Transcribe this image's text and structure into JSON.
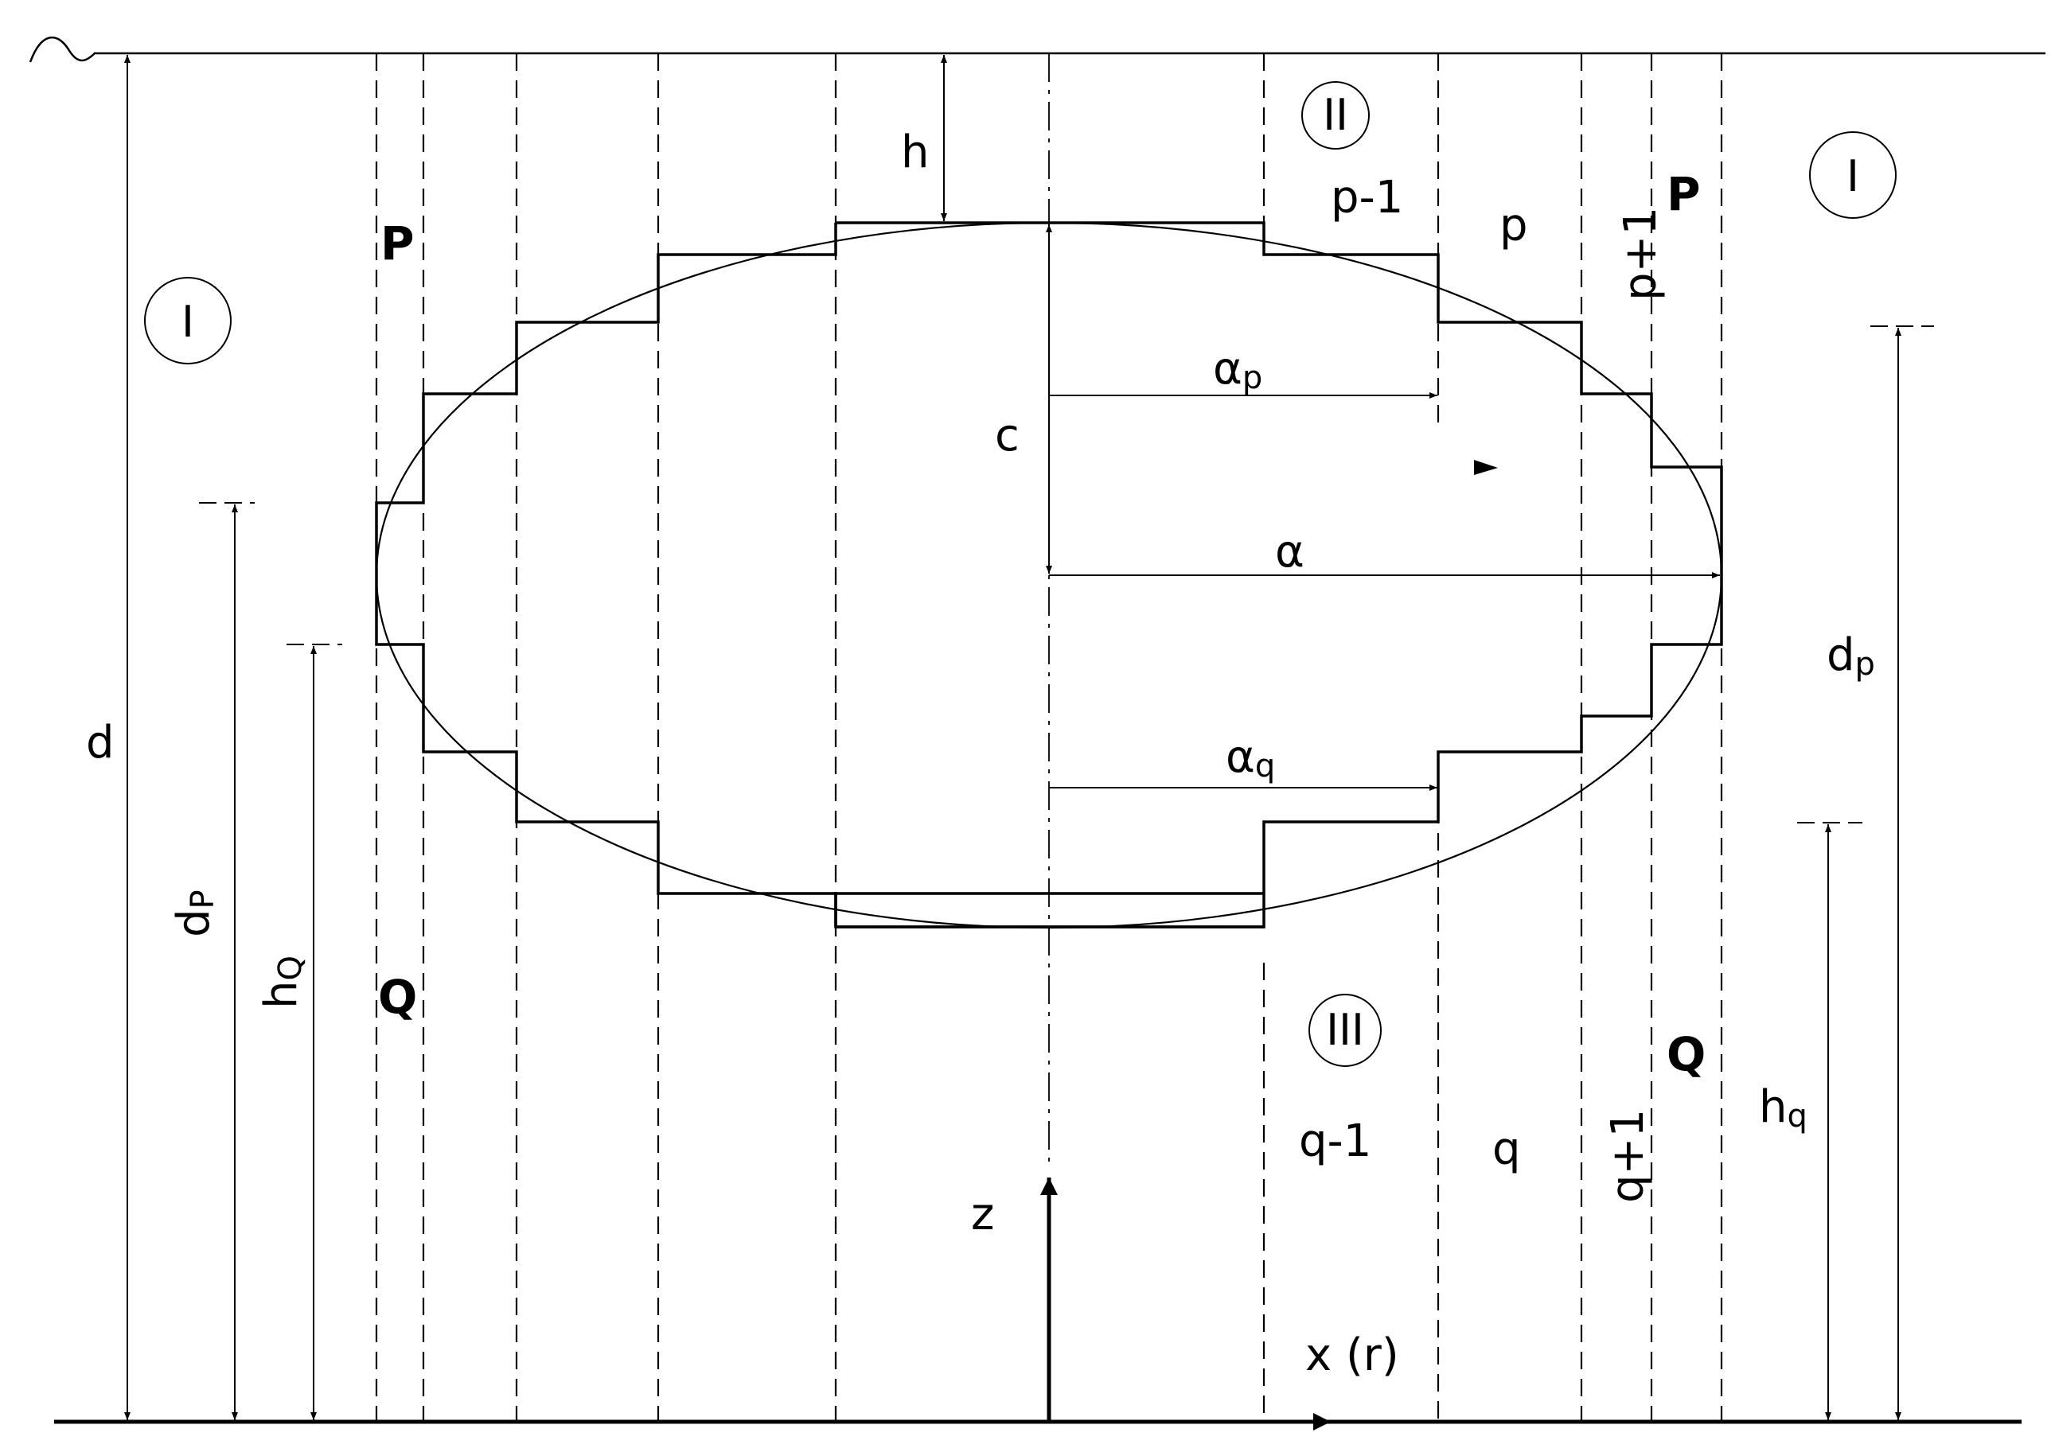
{
  "diagram": {
    "regions": {
      "region_I_left": "I",
      "region_I_right": "I",
      "region_II": "II",
      "region_III": "III"
    },
    "columns_top": {
      "p_minus_1": "p-1",
      "p": "p",
      "p_plus_1": "p+1",
      "P_right": "P",
      "P_left": "P"
    },
    "columns_bottom": {
      "q_minus_1": "q-1",
      "q": "q",
      "q_plus_1": "q+1",
      "Q_right": "Q",
      "Q_left": "Q"
    },
    "dimensions": {
      "h": "h",
      "c": "c",
      "d": "d",
      "alpha": "α",
      "alpha_p_sub": "p",
      "alpha_q_sub": "q",
      "dP_left": "d",
      "dP_left_sub": "P",
      "hQ_left": "h",
      "hQ_left_sub": "Q",
      "dp_right": "d",
      "dp_right_sub": "p",
      "hq_right": "h",
      "hq_right_sub": "q"
    },
    "axes": {
      "z": "z",
      "x": "x (r)"
    }
  }
}
